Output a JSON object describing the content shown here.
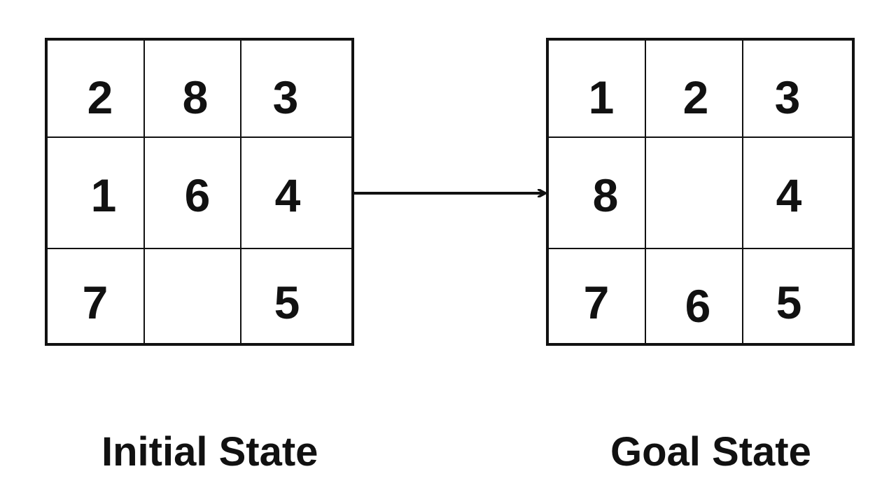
{
  "boards": {
    "initial": {
      "caption": "Initial State",
      "cells": [
        "2",
        "8",
        "3",
        "1",
        "6",
        "4",
        "7",
        "",
        "5"
      ]
    },
    "goal": {
      "caption": "Goal State",
      "cells": [
        "1",
        "2",
        "3",
        "8",
        "",
        "4",
        "7",
        "6",
        "5"
      ]
    }
  },
  "colors": {
    "ink": "#111111",
    "background": "#ffffff"
  }
}
